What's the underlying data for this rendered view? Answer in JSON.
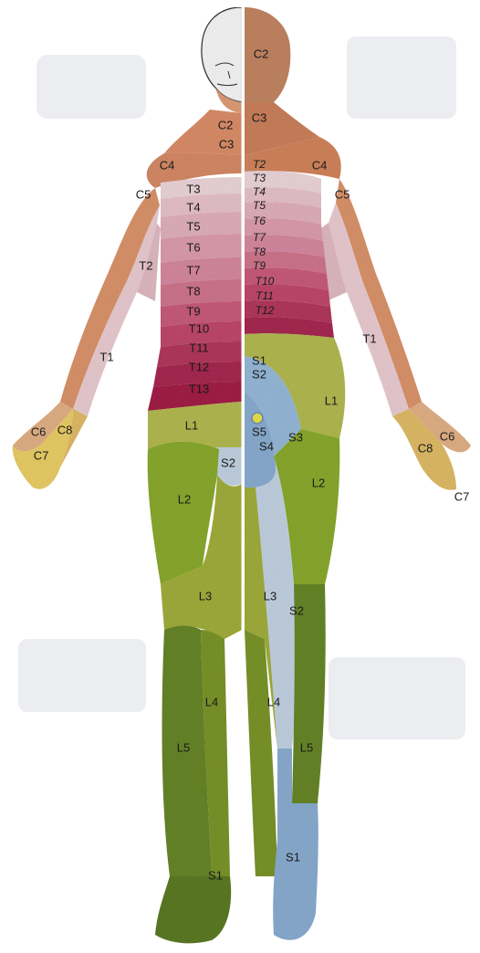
{
  "figure": {
    "colors": {
      "cervical_light": "#e8a27c",
      "cervical_dark": "#c98a66",
      "thoracic_pale": "#f2d3d9",
      "thoracic_mid": "#d77a92",
      "thoracic_deep": "#a8204a",
      "lumbar_yellow_green": "#b9c054",
      "lumbar_green": "#8fb030",
      "lumbar_dark_green": "#6b8b2a",
      "sacral_blue": "#8fb3d8",
      "sacral_light_blue": "#c9d9ea",
      "hand_yellow": "#f2d56a",
      "skin_outline": "#ffffff"
    },
    "head_left_outline": "line-art face",
    "left_labels": {
      "c2": "C2",
      "c3": "C3",
      "c4": "C4",
      "c5": "C5",
      "c6": "C6",
      "c7": "C7",
      "c8": "C8",
      "t1": "T1",
      "t2": "T2",
      "t3": "T3",
      "t4": "T4",
      "t5": "T5",
      "t6": "T6",
      "t7": "T7",
      "t8": "T8",
      "t9": "T9",
      "t10": "T10",
      "t11": "T11",
      "t12": "T12",
      "t13": "T13",
      "l1": "L1",
      "l2": "L2",
      "l3": "L3",
      "l4": "L4",
      "l5": "L5",
      "s1": "S1",
      "s2": "S2"
    },
    "right_labels": {
      "c2": "C2",
      "c3": "C3",
      "c4": "C4",
      "c5": "C5",
      "c6": "C6",
      "c7": "C7",
      "c8": "C8",
      "t1": "T1",
      "t2": "T2",
      "t3": "T3",
      "t4": "T4",
      "t5": "T5",
      "t6": "T6",
      "t7": "T7",
      "t8": "T8",
      "t9": "T9",
      "t10": "T10",
      "t11": "T11",
      "t12": "T12",
      "l1": "L1",
      "l2": "L2",
      "l3": "L3",
      "l4": "L4",
      "l5": "L5",
      "s1": "S1",
      "s2": "S2",
      "s3": "S3",
      "s4": "S4",
      "s5": "S5",
      "s1_foot": "S1"
    }
  }
}
